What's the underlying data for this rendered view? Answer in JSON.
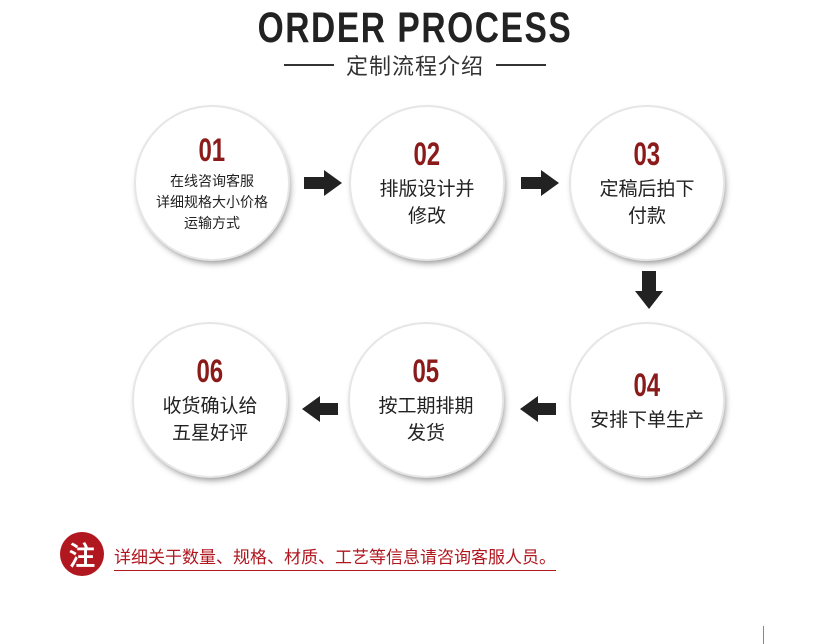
{
  "header": {
    "title": "ORDER PROCESS",
    "subtitle": "定制流程介绍"
  },
  "steps": [
    {
      "num": "01",
      "lines": [
        "在线咨询客服",
        "详细规格大小价格",
        "运输方式"
      ]
    },
    {
      "num": "02",
      "lines": [
        "排版设计并",
        "修改"
      ]
    },
    {
      "num": "03",
      "lines": [
        "定稿后拍下",
        "付款"
      ]
    },
    {
      "num": "04",
      "lines": [
        "安排下单生产"
      ]
    },
    {
      "num": "05",
      "lines": [
        "按工期排期",
        "发货"
      ]
    },
    {
      "num": "06",
      "lines": [
        "收货确认给",
        "五星好评"
      ]
    }
  ],
  "note": {
    "badge": "注",
    "text": "详细关于数量、规格、材质、工艺等信息请咨询客服人员。"
  },
  "colors": {
    "accent_red": "#b0171f",
    "number_red": "#8b1a1a",
    "arrow": "#222222"
  },
  "icons": {
    "flow_arrow": "arrow-icon"
  }
}
